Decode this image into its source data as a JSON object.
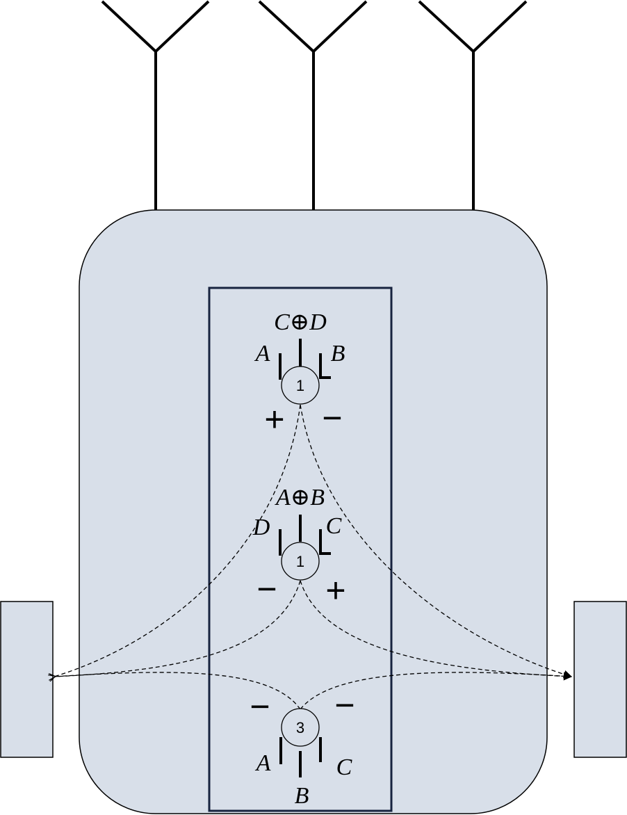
{
  "neurons": [
    {
      "id": "top",
      "number": "1",
      "output_label": "C⊕D",
      "left_input": "A",
      "right_input": "B",
      "left_sign": "+",
      "right_sign": "−"
    },
    {
      "id": "middle",
      "number": "1",
      "output_label": "A⊕B",
      "left_input": "D",
      "right_input": "C",
      "left_sign": "−",
      "right_sign": "+"
    },
    {
      "id": "bottom",
      "number": "3",
      "left_input": "A",
      "bottom_input": "B",
      "right_input": "C",
      "left_sign": "−",
      "right_sign": "−"
    }
  ],
  "colors": {
    "body_fill": "#d8dfe9",
    "wheel_fill": "#d8dfe9",
    "panel_stroke": "#17233f",
    "line": "#000000"
  },
  "icons": [
    "antenna-icon",
    "wheel-icon",
    "neuron-icon"
  ]
}
